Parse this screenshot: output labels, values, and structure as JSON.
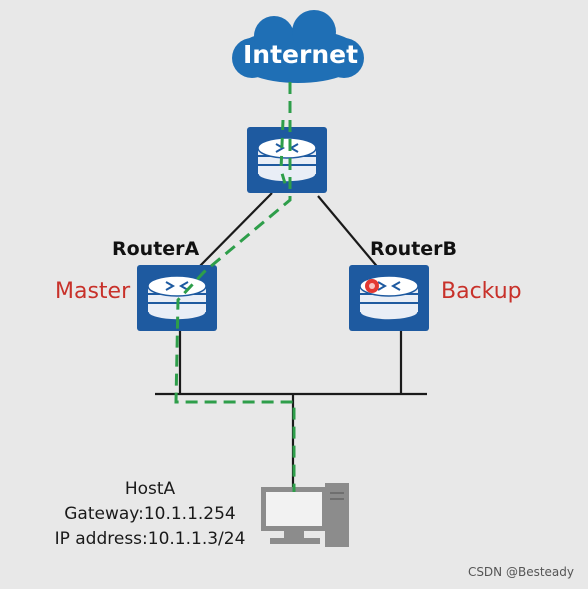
{
  "internet": {
    "label": "Internet"
  },
  "routers": {
    "core": {
      "name": ""
    },
    "a": {
      "name": "RouterA",
      "role": "Master"
    },
    "b": {
      "name": "RouterB",
      "role": "Backup"
    }
  },
  "host": {
    "name": "HostA",
    "gateway": "Gateway:10.1.1.254",
    "ip": "IP address:10.1.1.3/24"
  },
  "watermark": "CSDN @Besteady",
  "colors": {
    "background": "#e8e8e8",
    "cloud": "#1f6fb5",
    "router_body": "#1e5aa0",
    "link": "#1a1a1a",
    "active_path": "#2e9e4a",
    "role_text": "#c8312a",
    "fault_dot": "#e0221c"
  },
  "icons": {
    "internet": "cloud-icon",
    "router": "router-icon",
    "host": "desktop-computer-icon"
  }
}
